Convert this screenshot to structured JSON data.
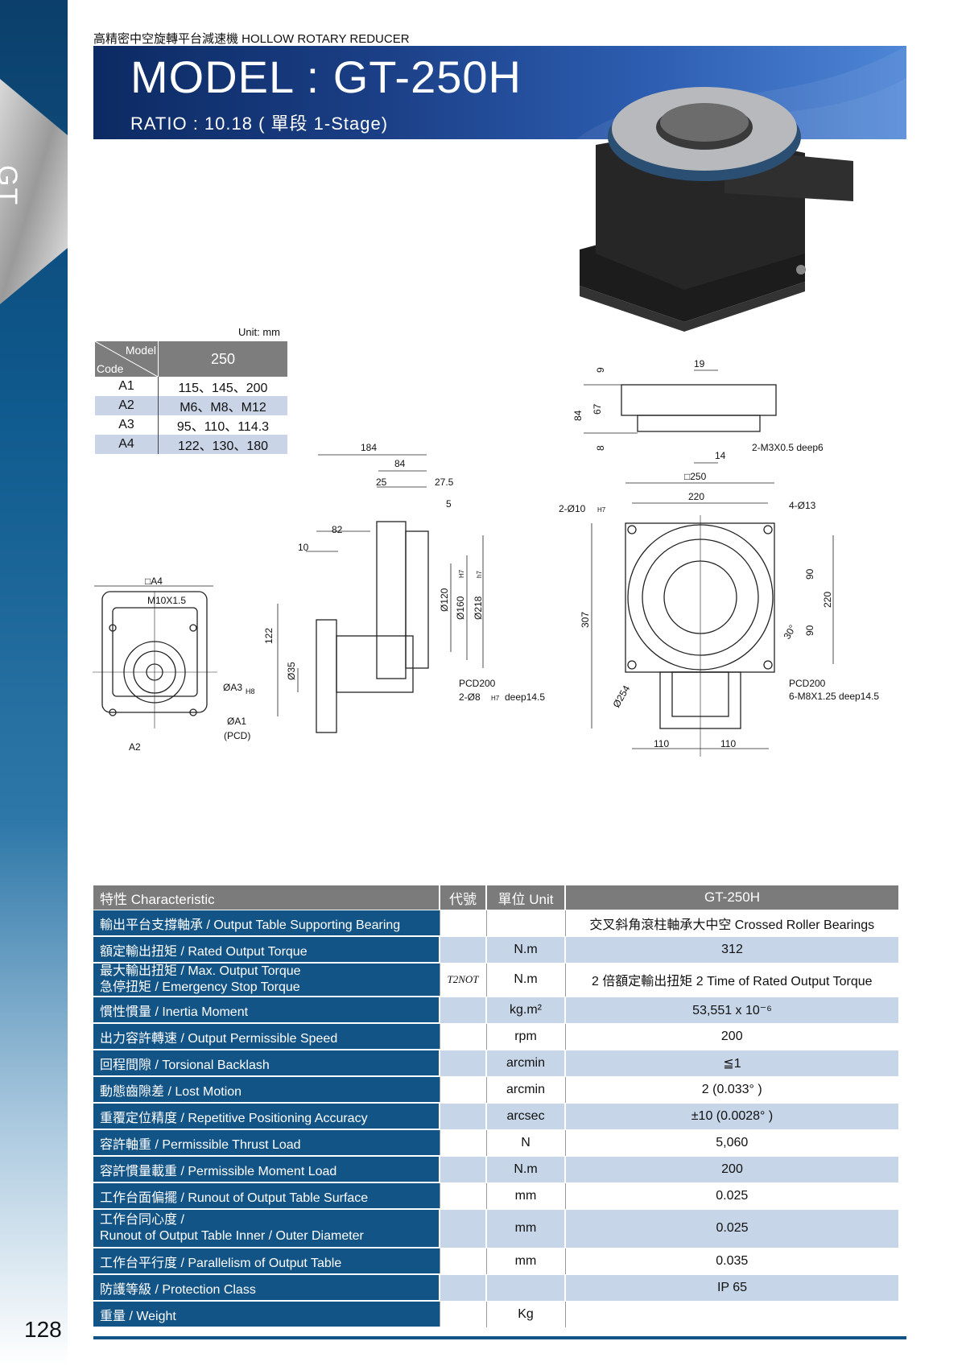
{
  "header": {
    "label": "高精密中空旋轉平台減速機  HOLLOW ROTARY REDUCER",
    "title": "MODEL : GT-250H",
    "subtitle": "RATIO : 10.18 ( 單段 1-Stage)"
  },
  "side_tag": "GT",
  "page_number": "128",
  "code_table": {
    "unit": "Unit: mm",
    "model_label": "Model",
    "code_label": "Code",
    "model_value": "250",
    "rows": [
      {
        "code": "A1",
        "value": "115、145、200"
      },
      {
        "code": "A2",
        "value": "M6、M8、M12"
      },
      {
        "code": "A3",
        "value": "95、110、114.3"
      },
      {
        "code": "A4",
        "value": "122、130、180"
      }
    ]
  },
  "drawing": {
    "left": {
      "a4": "□A4",
      "m10": "M10X1.5",
      "a3": "ØA3",
      "a3_tol": "H8",
      "a1": "ØA1",
      "pcd": "(PCD)",
      "a2": "A2"
    },
    "side": {
      "d184": "184",
      "d84": "84",
      "d25": "25",
      "d275": "27.5",
      "d5": "5",
      "d82": "82",
      "d10": "10",
      "d122": "122",
      "d35": "Ø35",
      "d120": "Ø120",
      "d160": "Ø160",
      "d160tol": "H7",
      "d218": "Ø218",
      "d218tol": "h7"
    },
    "top": {
      "d19": "19",
      "d9": "9",
      "d84": "84",
      "d67": "67",
      "d8": "8",
      "d14": "14",
      "m3": "2-M3X0.5 deep6"
    },
    "front": {
      "sq250": "□250",
      "d220": "220",
      "pin10": "2-Ø10",
      "pin10tol": "H7",
      "hole13": "4-Ø13",
      "d307": "307",
      "d90a": "90",
      "d90b": "90",
      "d220v": "220",
      "ang30": "30°",
      "pcd_left": "PCD200",
      "pin8": "2-Ø8",
      "pin8tol": "H7",
      "pin8depth": "deep14.5",
      "d254": "Ø254",
      "pcd_right": "PCD200",
      "m8": "6-M8X1.25 deep14.5",
      "d110a": "110",
      "d110b": "110"
    }
  },
  "spec": {
    "headers": [
      "特性 Characteristic",
      "代號",
      "單位 Unit",
      "GT-250H"
    ],
    "rows": [
      {
        "ch": "輸出平台支撐軸承 / Output Table Supporting Bearing",
        "code": "",
        "unit": "",
        "val": "交叉斜角滾柱軸承大中空 Crossed Roller Bearings"
      },
      {
        "ch": "額定輸出扭矩 / Rated Output Torque",
        "code": "",
        "unit": "N.m",
        "val": "312"
      },
      {
        "ch": "最大輸出扭矩 / Max. Output Torque",
        "ch2": "急停扭矩 / Emergency Stop Torque",
        "code": "T2NOT",
        "unit": "N.m",
        "val": "2 倍額定輸出扭矩 2 Time of Rated Output Torque"
      },
      {
        "ch": "慣性慣量 / Inertia Moment",
        "code": "",
        "unit": "kg.m²",
        "val": "53,551 x 10⁻⁶"
      },
      {
        "ch": "出力容許轉速 / Output Permissible Speed",
        "code": "",
        "unit": "rpm",
        "val": "200"
      },
      {
        "ch": "回程間隙 / Torsional Backlash",
        "code": "",
        "unit": "arcmin",
        "val": "≦1"
      },
      {
        "ch": "動態齒隙差 / Lost Motion",
        "code": "",
        "unit": "arcmin",
        "val": "2 (0.033° )"
      },
      {
        "ch": "重覆定位精度 / Repetitive Positioning Accuracy",
        "code": "",
        "unit": "arcsec",
        "val": "±10 (0.0028° )"
      },
      {
        "ch": "容許軸重 / Permissible Thrust Load",
        "code": "",
        "unit": "N",
        "val": "5,060"
      },
      {
        "ch": "容許慣量載重 / Permissible Moment Load",
        "code": "",
        "unit": "N.m",
        "val": "200"
      },
      {
        "ch": "工作台面偏擺 / Runout of Output Table Surface",
        "code": "",
        "unit": "mm",
        "val": "0.025"
      },
      {
        "ch": "工作台同心度 /",
        "ch2": "Runout of Output Table Inner / Outer Diameter",
        "code": "",
        "unit": "mm",
        "val": "0.025"
      },
      {
        "ch": "工作台平行度 / Parallelism of Output Table",
        "code": "",
        "unit": "mm",
        "val": "0.035"
      },
      {
        "ch": "防護等級 / Protection Class",
        "code": "",
        "unit": "",
        "val": "IP 65"
      },
      {
        "ch": "重量 / Weight",
        "code": "",
        "unit": "Kg",
        "val": ""
      }
    ]
  }
}
